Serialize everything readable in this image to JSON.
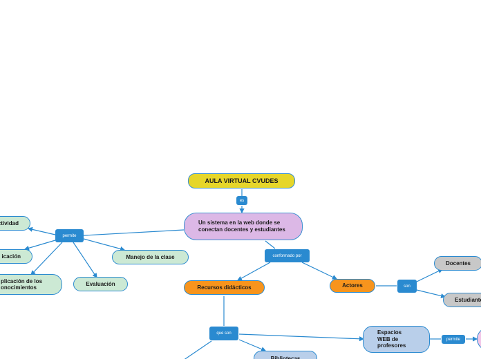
{
  "map": {
    "root": "AULA VIRTUAL CVUDES",
    "link_es": "es",
    "definition": "Un sistema en la web donde se conectan docentes y estudiantes",
    "link_permite": "permite",
    "link_conformado": "conformado por",
    "allows": {
      "interactividad": "ctividad",
      "comunicacion": "icación",
      "aplicacion": "plicación de los\nonocimientos",
      "evaluacion": "Evaluación",
      "manejo": "Manejo de la clase"
    },
    "recursos": "Recursos didácticos",
    "link_que_son": "que son",
    "actores": "Actores",
    "link_son": "son",
    "docentes": "Docentes",
    "estudiantes": "Estudiantes",
    "espacios": "Espacios\nWEB de\nprofesores",
    "link_permite2": "permite",
    "bibliotecas": "Bibliotecas"
  },
  "colors": {
    "connector": "#2a8ad0",
    "root_fill": "#e6d62a",
    "definition_fill": "#dcb8e6",
    "orange_fill": "#f7941d",
    "green_fill": "#cce9d4",
    "gray_fill": "#c8c8c8",
    "blue_fill": "#b9cfea"
  }
}
